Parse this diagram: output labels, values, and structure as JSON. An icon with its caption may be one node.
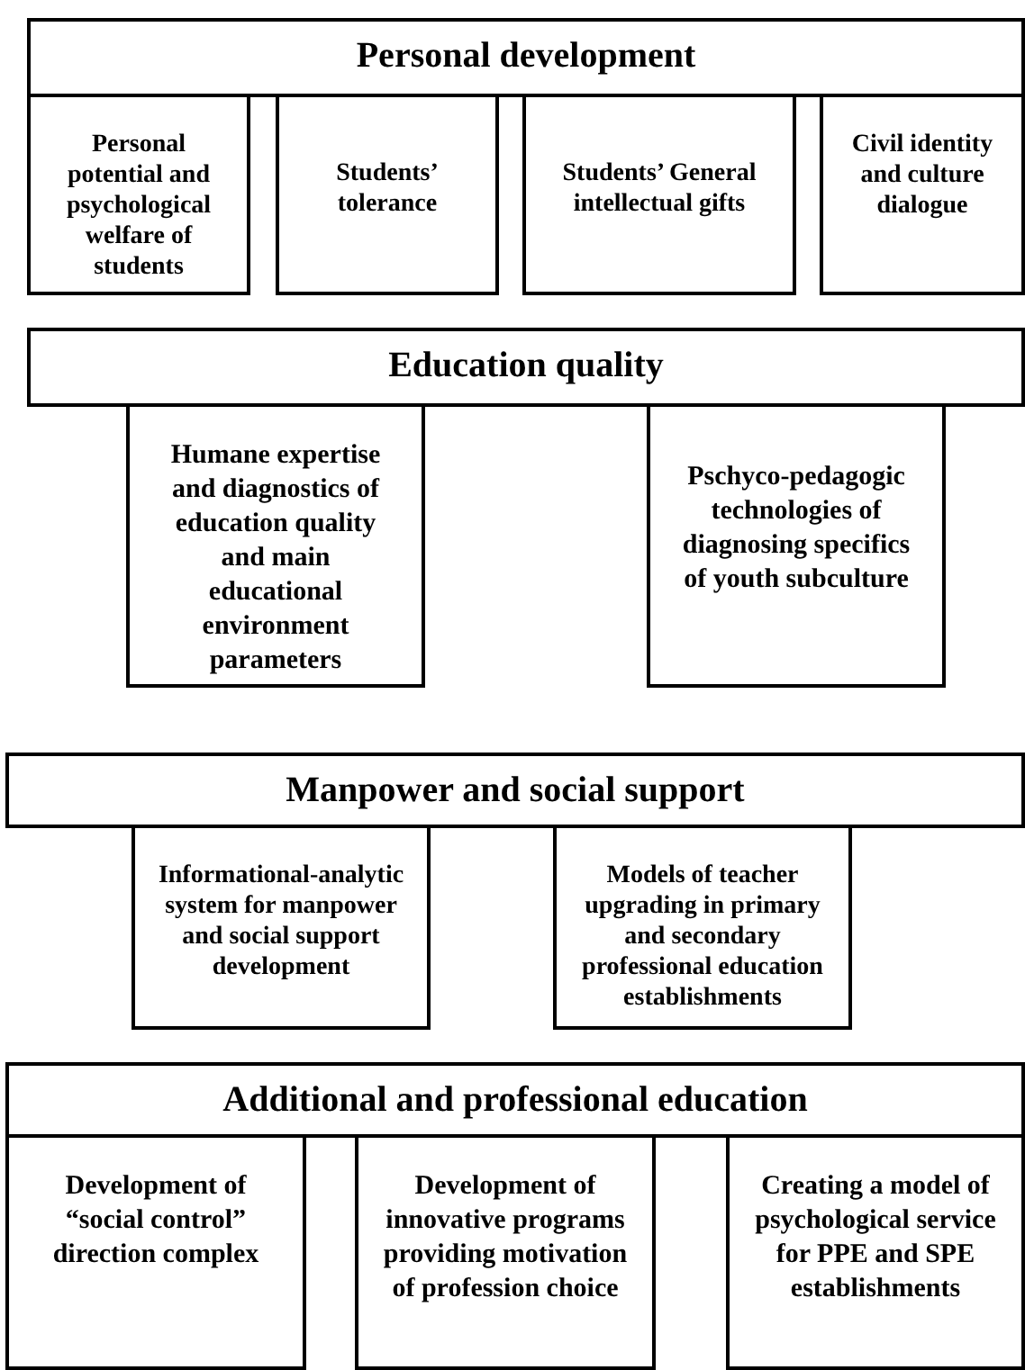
{
  "diagram": {
    "nodes": [
      {
        "text": [
          "Personal development"
        ]
      },
      {
        "text": [
          "Personal potential and psychological welfare of students"
        ]
      },
      {
        "text": [
          "Students’ tolerance"
        ]
      },
      {
        "text": [
          "Students’ General intellectual gifts"
        ]
      },
      {
        "text": [
          "Civil identity and culture dialogue"
        ]
      },
      {
        "text": [
          "Education quality"
        ]
      },
      {
        "text": [
          "Humane expertise and diagnostics of education quality and main educational environment parameters"
        ]
      },
      {
        "text": [
          "Pschyco-pedagogic technologies of diagnosing specifics of youth subculture"
        ]
      },
      {
        "text": [
          "Manpower and social support"
        ]
      },
      {
        "text": [
          "Informational-analytic system for manpower and social support development"
        ]
      },
      {
        "text": [
          "Models of teacher upgrading in primary and secondary professional education establishments"
        ]
      },
      {
        "text": [
          "Additional and professional education"
        ]
      },
      {
        "text": [
          "Development of “social control” direction complex"
        ]
      },
      {
        "text": [
          "Development of innovative programs providing motivation of profession choice"
        ]
      },
      {
        "text": [
          "Creating a model of psychological service for PPE and SPE establishments"
        ]
      }
    ]
  }
}
